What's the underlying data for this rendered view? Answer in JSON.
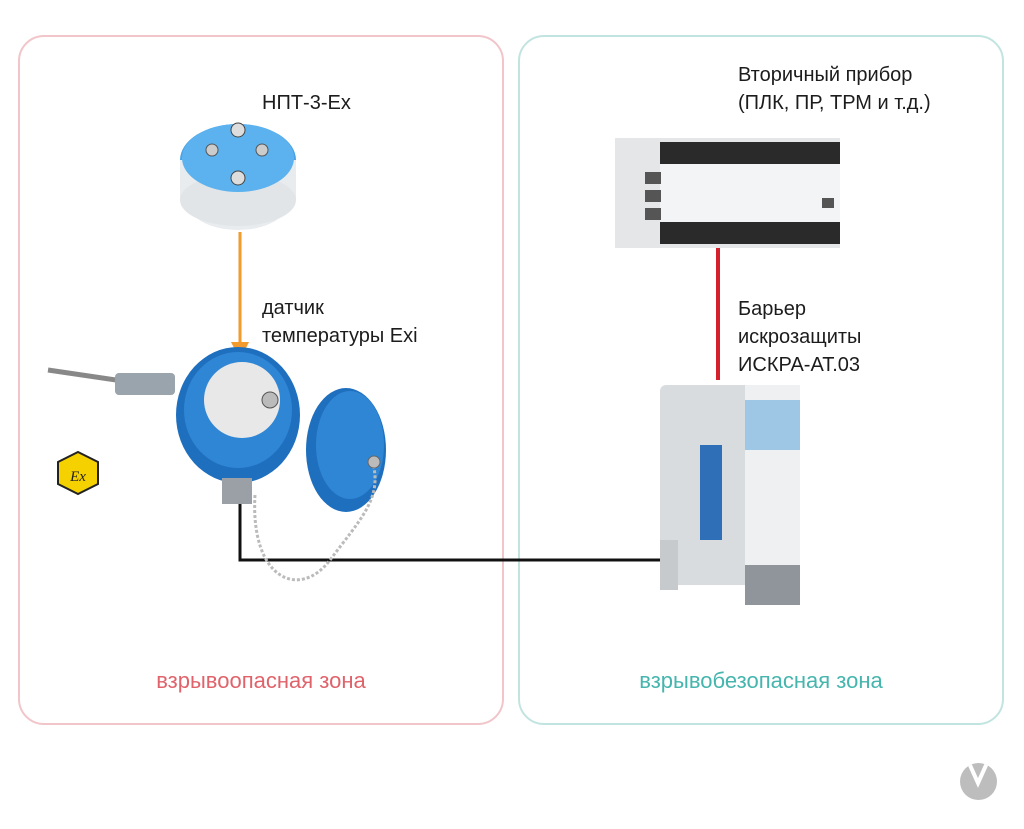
{
  "zones": {
    "hazardous": {
      "label": "взрывоопасная зона",
      "color": "#e0636b"
    },
    "safe": {
      "label": "взрывобезопасная зона",
      "color": "#45b5ad"
    }
  },
  "labels": {
    "transmitter": "НПТ-3-Ex",
    "sensor_line1": "датчик",
    "sensor_line2": "температуры Exi",
    "secondary_line1": "Вторичный прибор",
    "secondary_line2": "(ПЛК, ПР, ТРМ и т.д.)",
    "barrier_line1": "Барьер",
    "barrier_line2": "искрозащиты",
    "barrier_line3": "ИСКРА-АТ.03"
  },
  "ex_mark": "Ex",
  "colors": {
    "arrow": "#f29a2e",
    "signal_line": "#111111",
    "power_line": "#d4202c",
    "device_blue": "#2f86d4"
  }
}
